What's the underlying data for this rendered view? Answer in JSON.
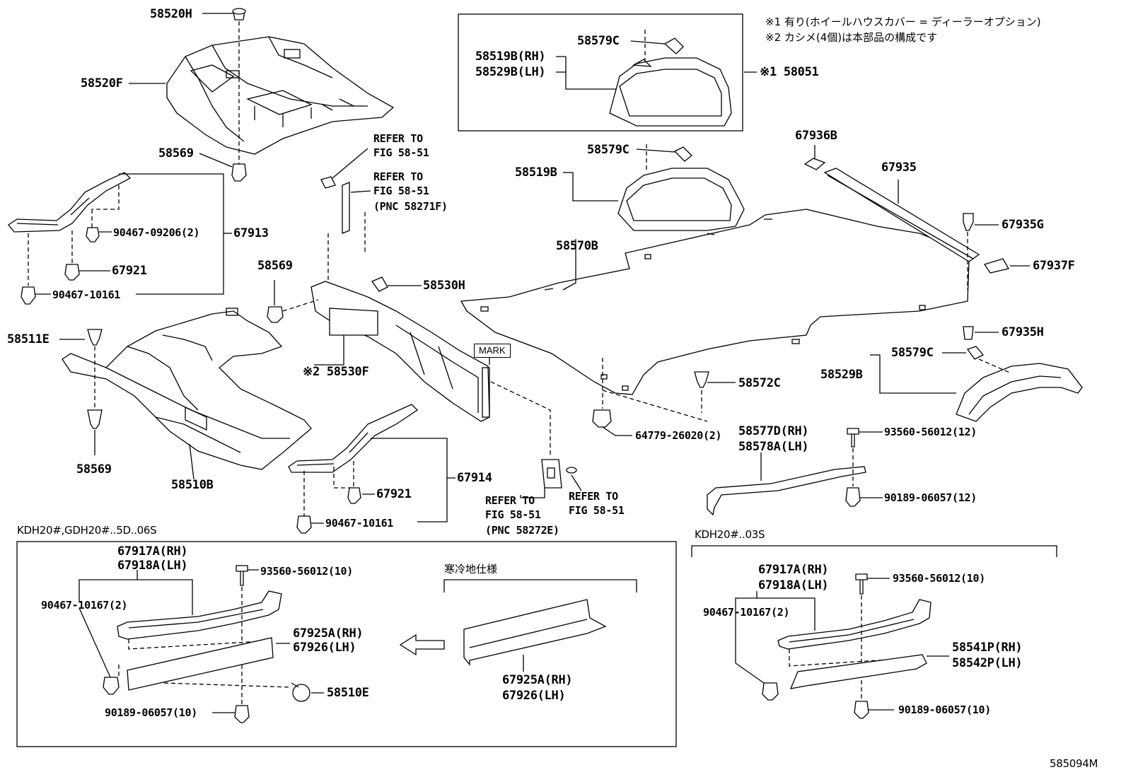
{
  "notes": {
    "note1": "※1 有り(ホイールハウスカバー = ディーラーオプション)",
    "note2": "※2 カシメ(4個)は本部品の構成です"
  },
  "labels": {
    "p58520H": "58520H",
    "p58520F": "58520F",
    "p58569_top": "58569",
    "p58519B_RH": "58519B(RH)",
    "p58529B_LH": "58529B(LH)",
    "p58579C_box": "58579C",
    "p58051": "※1 58051",
    "refer1_a": "REFER TO",
    "refer1_b": "FIG 58-51",
    "refer2_a": "REFER TO",
    "refer2_b": "FIG 58-51",
    "refer2_c": "(PNC 58271F)",
    "p58579C_mid": "58579C",
    "p58519B": "58519B",
    "p67936B": "67936B",
    "p67935": "67935",
    "p67935G": "67935G",
    "p67937F": "67937F",
    "p58570B": "58570B",
    "p90467_09206": "90467-09206(2)",
    "p67913": "67913",
    "p67921_a": "67921",
    "p90467_10161_a": "90467-10161",
    "p58569_mid": "58569",
    "p58530H": "58530H",
    "p58511E": "58511E",
    "p58530F": "※2 58530F",
    "mark": "MARK",
    "p67935H": "67935H",
    "p58579C_right": "58579C",
    "p58529B": "58529B",
    "p58572C": "58572C",
    "p58569_bot": "58569",
    "p58510B": "58510B",
    "p67914": "67914",
    "p67921_b": "67921",
    "p90467_10161_b": "90467-10161",
    "refer3_a": "REFER TO",
    "refer3_b": "FIG 58-51",
    "refer3_c": "(PNC 58272E)",
    "refer4_a": "REFER TO",
    "refer4_b": "FIG 58-51",
    "p64779": "64779-26020(2)",
    "p58577D": "58577D(RH)",
    "p58578A": "58578A(LH)",
    "p93560_12": "93560-56012(12)",
    "p90189_12": "90189-06057(12)",
    "variant_left": "KDH20#,GDH20#..5D..06S",
    "variant_right": "KDH20#..03S",
    "l_67917A": "67917A(RH)",
    "l_67918A": "67918A(LH)",
    "l_93560": "93560-56012(10)",
    "l_90467": "90467-10167(2)",
    "l_67925A": "67925A(RH)",
    "l_67926": "67926(LH)",
    "l_58510E": "58510E",
    "l_90189": "90189-06057(10)",
    "cold_spec": "寒冷地仕様",
    "c_67925A": "67925A(RH)",
    "c_67926": "67926(LH)",
    "r_67917A": "67917A(RH)",
    "r_67918A": "67918A(LH)",
    "r_93560": "93560-56012(10)",
    "r_90467": "90467-10167(2)",
    "r_58541P": "58541P(RH)",
    "r_58542P": "58542P(LH)",
    "r_90189": "90189-06057(10)",
    "figure_id": "585094M"
  }
}
